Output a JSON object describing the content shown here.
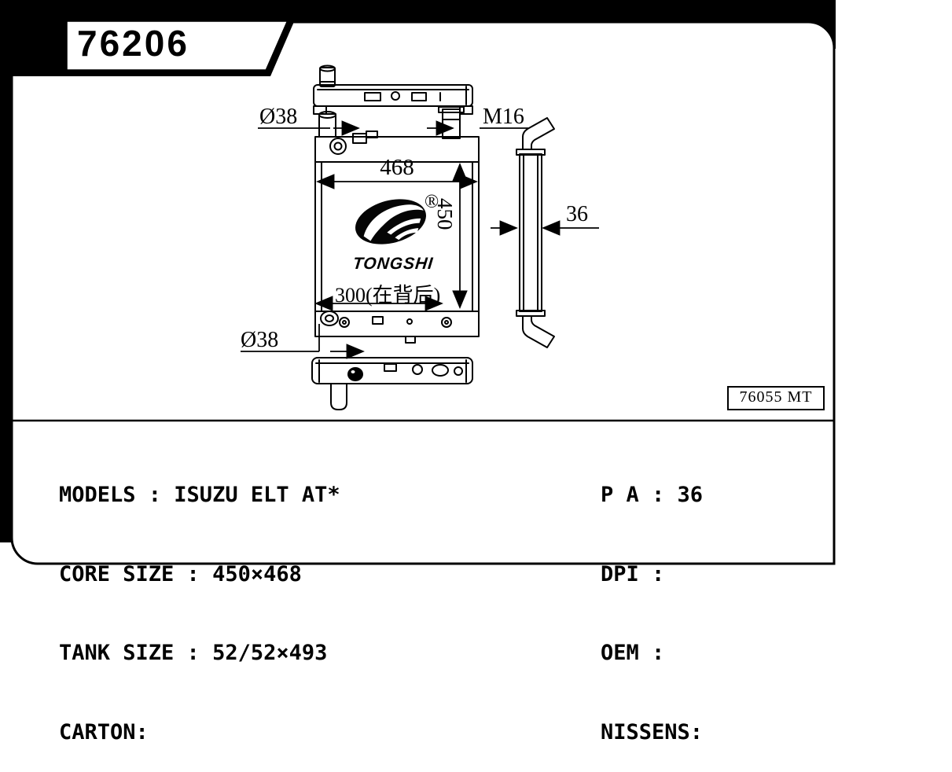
{
  "page": {
    "part_number": "76206",
    "ref_code": "76055 MT"
  },
  "drawing": {
    "dim_top_inlet": "Ø38",
    "dim_filler_thread": "M16",
    "dim_core_width": "468",
    "dim_core_height": "450",
    "dim_rear_note": "300(在背后)",
    "dim_bottom_outlet": "Ø38",
    "dim_thickness": "36",
    "logo_brand": "TONGSHI",
    "logo_registered": "®"
  },
  "specs": {
    "left": [
      "MODELS : ISUZU ELT AT*",
      "CORE SIZE : 450×468",
      "TANK SIZE : 52/52×493",
      "CARTON:"
    ],
    "right": [
      "P A : 36",
      "DPI :",
      "OEM :",
      "NISSENS:"
    ]
  }
}
